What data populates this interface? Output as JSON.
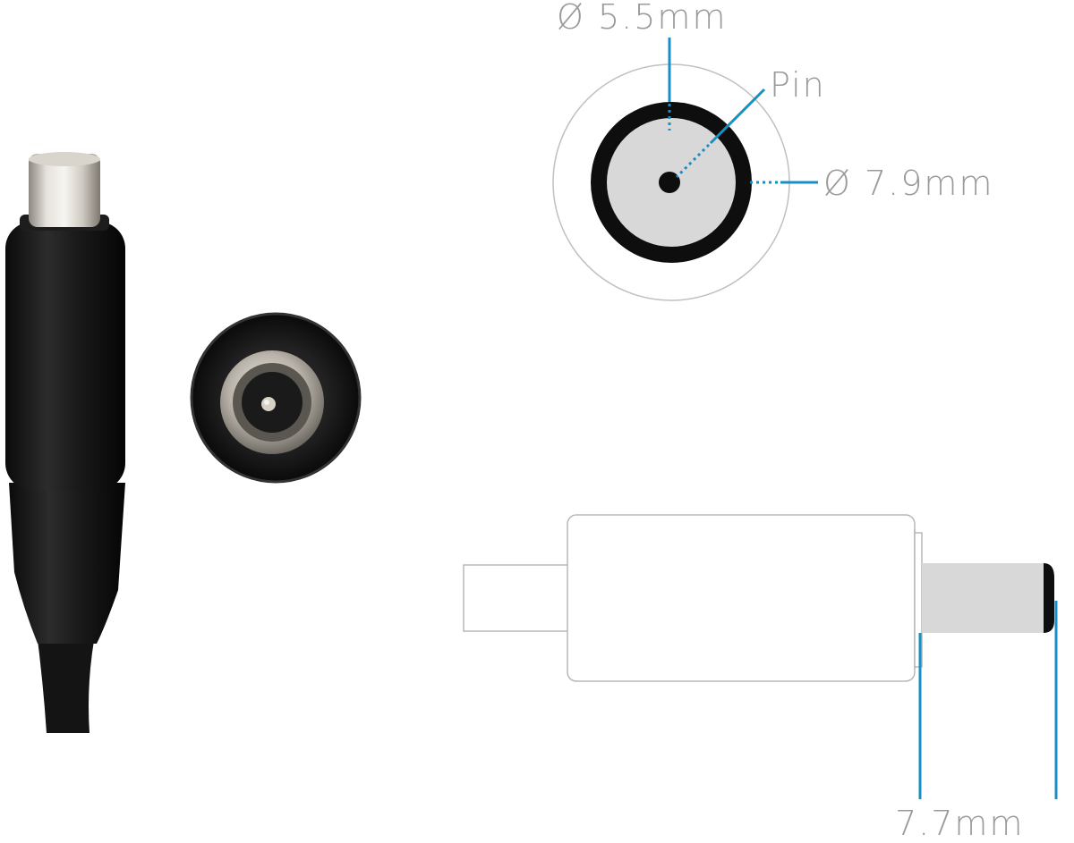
{
  "labels": {
    "inner_diameter": "Ø 5.5mm",
    "pin": "Pin",
    "outer_diameter": "Ø 7.9mm",
    "tip_length": "7.7mm"
  },
  "colors": {
    "accent": "#1a8fc4",
    "label_gray": "#9a9a9a",
    "outline_gray": "#b8b8b8",
    "pin_fill": "#d8d8d8",
    "cable_black": "#161616",
    "metal": "#c9c4bc"
  }
}
